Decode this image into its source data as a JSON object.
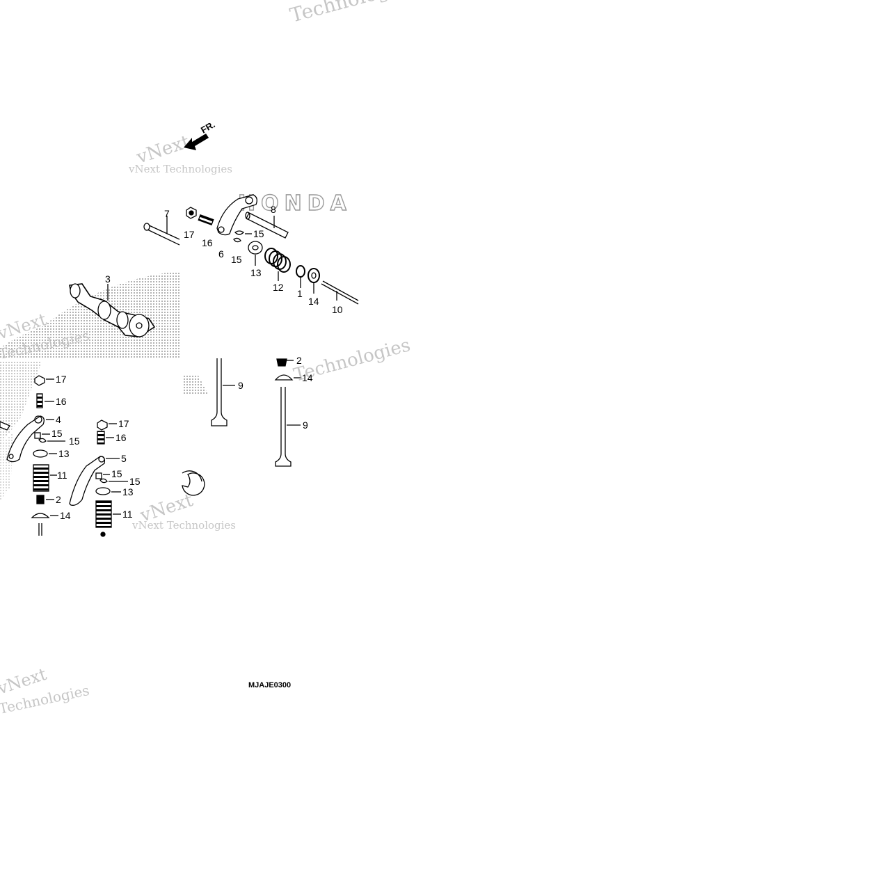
{
  "diagram": {
    "drawing_code": "MJAJE0300",
    "front_marker": "FR.",
    "watermark_texts": [
      "vNext Technologies",
      "Technologies",
      "vNext",
      "Technolo"
    ],
    "callouts": [
      "1",
      "2",
      "3",
      "4",
      "5",
      "6",
      "7",
      "8",
      "9",
      "10",
      "11",
      "12",
      "13",
      "14",
      "15",
      "16",
      "17"
    ],
    "upper_panel_labels": [
      "7",
      "17",
      "16",
      "6",
      "8",
      "15",
      "15",
      "13",
      "12",
      "1",
      "14",
      "10",
      "3"
    ],
    "left_panel_labels": [
      "17",
      "16",
      "4",
      "15",
      "15",
      "13",
      "11",
      "2",
      "14",
      "17",
      "16",
      "5",
      "15",
      "15",
      "13",
      "11"
    ],
    "right_panel_labels": [
      "9",
      "2",
      "14",
      "9"
    ]
  },
  "colors": {
    "ink": "#000000",
    "stipple": "#8a8a8a",
    "watermark": "#bdbdbd",
    "background": "#ffffff"
  }
}
